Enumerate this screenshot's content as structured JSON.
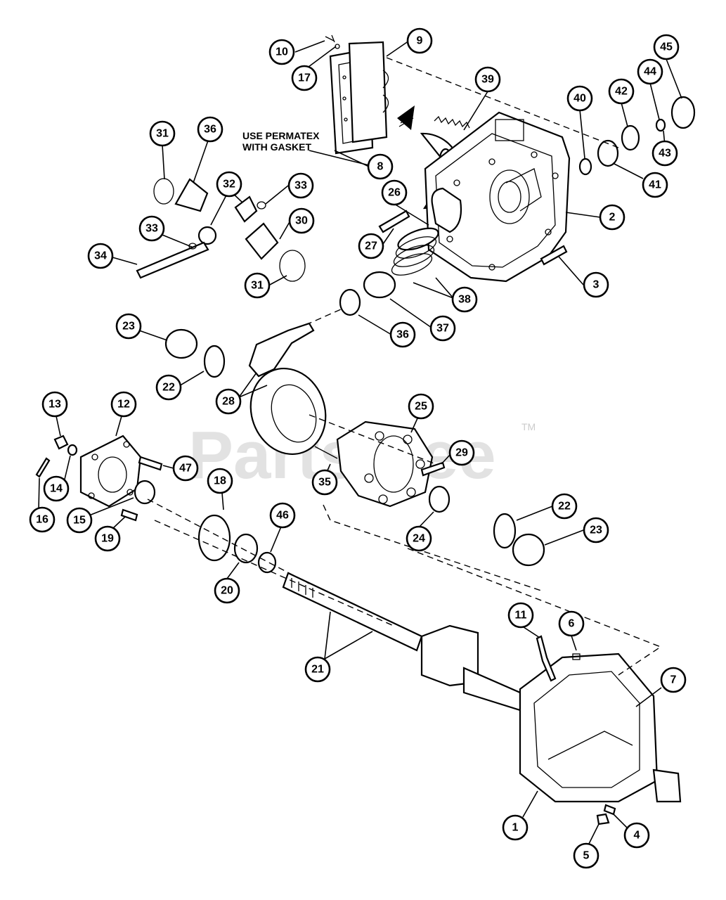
{
  "note": {
    "line1": "USE PERMATEX",
    "line2": "WITH GASKET"
  },
  "watermark": {
    "text": "PartsTree",
    "trademark": "TM"
  },
  "callouts": [
    "10",
    "17",
    "9",
    "39",
    "45",
    "44",
    "42",
    "40",
    "43",
    "41",
    "31",
    "36",
    "32",
    "33",
    "8",
    "26",
    "2",
    "34",
    "33",
    "30",
    "27",
    "31",
    "38",
    "3",
    "37",
    "36",
    "23",
    "22",
    "28",
    "25",
    "13",
    "12",
    "29",
    "47",
    "14",
    "35",
    "15",
    "18",
    "16",
    "19",
    "46",
    "24",
    "22",
    "23",
    "20",
    "21",
    "11",
    "6",
    "7",
    "1",
    "5",
    "4"
  ],
  "colors": {
    "ink": "#000000",
    "paper": "#ffffff",
    "watermark": "#e2e2e2"
  }
}
